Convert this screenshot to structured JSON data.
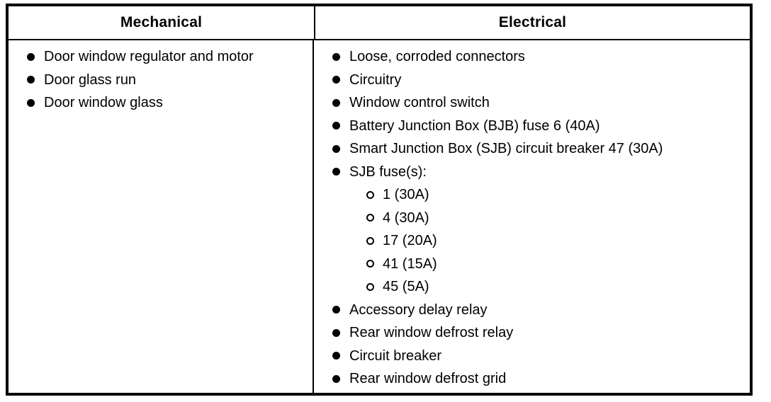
{
  "table": {
    "columns": [
      {
        "header": "Mechanical",
        "items": [
          {
            "level": 1,
            "text": "Door window regulator and motor"
          },
          {
            "level": 1,
            "text": "Door glass run"
          },
          {
            "level": 1,
            "text": "Door window glass"
          }
        ]
      },
      {
        "header": "Electrical",
        "items": [
          {
            "level": 1,
            "text": "Loose, corroded connectors"
          },
          {
            "level": 1,
            "text": "Circuitry"
          },
          {
            "level": 1,
            "text": "Window control switch"
          },
          {
            "level": 1,
            "text": "Battery Junction Box (BJB) fuse 6 (40A)"
          },
          {
            "level": 1,
            "text": "Smart Junction Box (SJB) circuit breaker 47 (30A)"
          },
          {
            "level": 1,
            "text": "SJB fuse(s):"
          },
          {
            "level": 2,
            "text": "1 (30A)"
          },
          {
            "level": 2,
            "text": "4 (30A)"
          },
          {
            "level": 2,
            "text": "17 (20A)"
          },
          {
            "level": 2,
            "text": "41 (15A)"
          },
          {
            "level": 2,
            "text": "45 (5A)"
          },
          {
            "level": 1,
            "text": "Accessory delay relay"
          },
          {
            "level": 1,
            "text": "Rear window defrost relay"
          },
          {
            "level": 1,
            "text": "Circuit breaker"
          },
          {
            "level": 1,
            "text": "Rear window defrost grid"
          }
        ]
      }
    ]
  },
  "colors": {
    "border": "#000000",
    "text": "#000000",
    "background": "#ffffff"
  }
}
